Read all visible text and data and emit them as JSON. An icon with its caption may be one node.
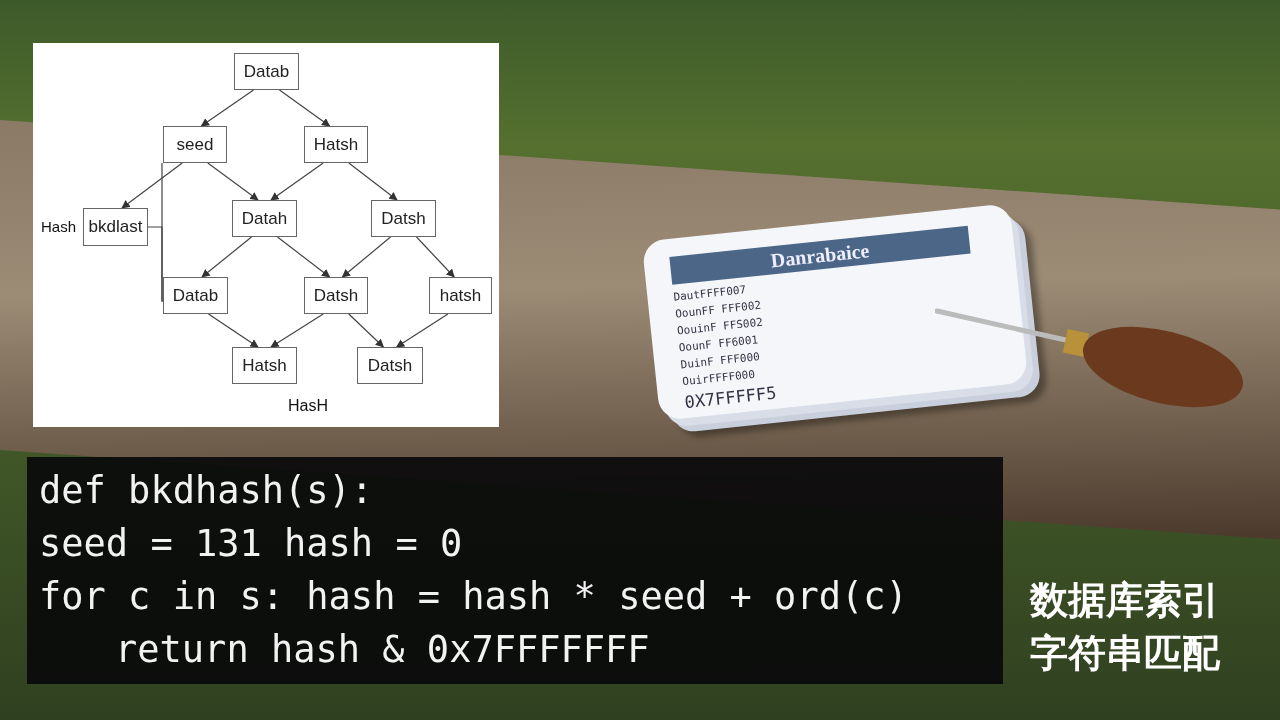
{
  "diagram": {
    "nodes": [
      {
        "text": [
          "Datab"
        ]
      },
      {
        "text": [
          "seed"
        ]
      },
      {
        "text": [
          "Hatsh"
        ]
      },
      {
        "text": [
          "bkdlast"
        ],
        "beside": [
          "Hash"
        ]
      },
      {
        "text": [
          "Datah"
        ]
      },
      {
        "text": [
          "Datsh"
        ]
      },
      {
        "text": [
          "Datab"
        ]
      },
      {
        "text": [
          "Datsh"
        ]
      },
      {
        "text": [
          "hatsh"
        ]
      },
      {
        "text": [
          "Hatsh"
        ]
      },
      {
        "text": [
          "Datsh"
        ]
      }
    ],
    "edges": [
      {
        "from": 0,
        "to": 1,
        "arrow": "to"
      },
      {
        "from": 0,
        "to": 2,
        "arrow": "to"
      },
      {
        "from": 1,
        "to": 3,
        "arrow": "to"
      },
      {
        "from": 1,
        "to": 4,
        "arrow": "to"
      },
      {
        "from": 2,
        "to": 4,
        "arrow": "to"
      },
      {
        "from": 2,
        "to": 5,
        "arrow": "to"
      },
      {
        "from": 1,
        "to": 6,
        "arrow": "none"
      },
      {
        "from": 3,
        "to": 6,
        "arrow": "none"
      },
      {
        "from": 4,
        "to": 6,
        "arrow": "to"
      },
      {
        "from": 4,
        "to": 7,
        "arrow": "to"
      },
      {
        "from": 5,
        "to": 7,
        "arrow": "to"
      },
      {
        "from": 5,
        "to": 8,
        "arrow": "to"
      },
      {
        "from": 6,
        "to": 9,
        "arrow": "to"
      },
      {
        "from": 7,
        "to": 9,
        "arrow": "to"
      },
      {
        "from": 7,
        "to": 10,
        "arrow": "to"
      },
      {
        "from": 8,
        "to": 10,
        "arrow": "to"
      }
    ],
    "labels": [
      "HasH",
      "Danrabaice",
      "DautFFFF007",
      "OounFF FFF002",
      "OouinF FFS002",
      "OounF FF6001",
      "DuinF FFF000",
      "OuirFFFF000",
      "0X7FFFFF5",
      "def bkdhash(s):",
      "seed = 131 hash = 0",
      "for c in s: hash = hash * seed + ord(c)",
      "return hash & 0x7FFFFFFF",
      "数据库索引",
      "字符串匹配"
    ]
  }
}
